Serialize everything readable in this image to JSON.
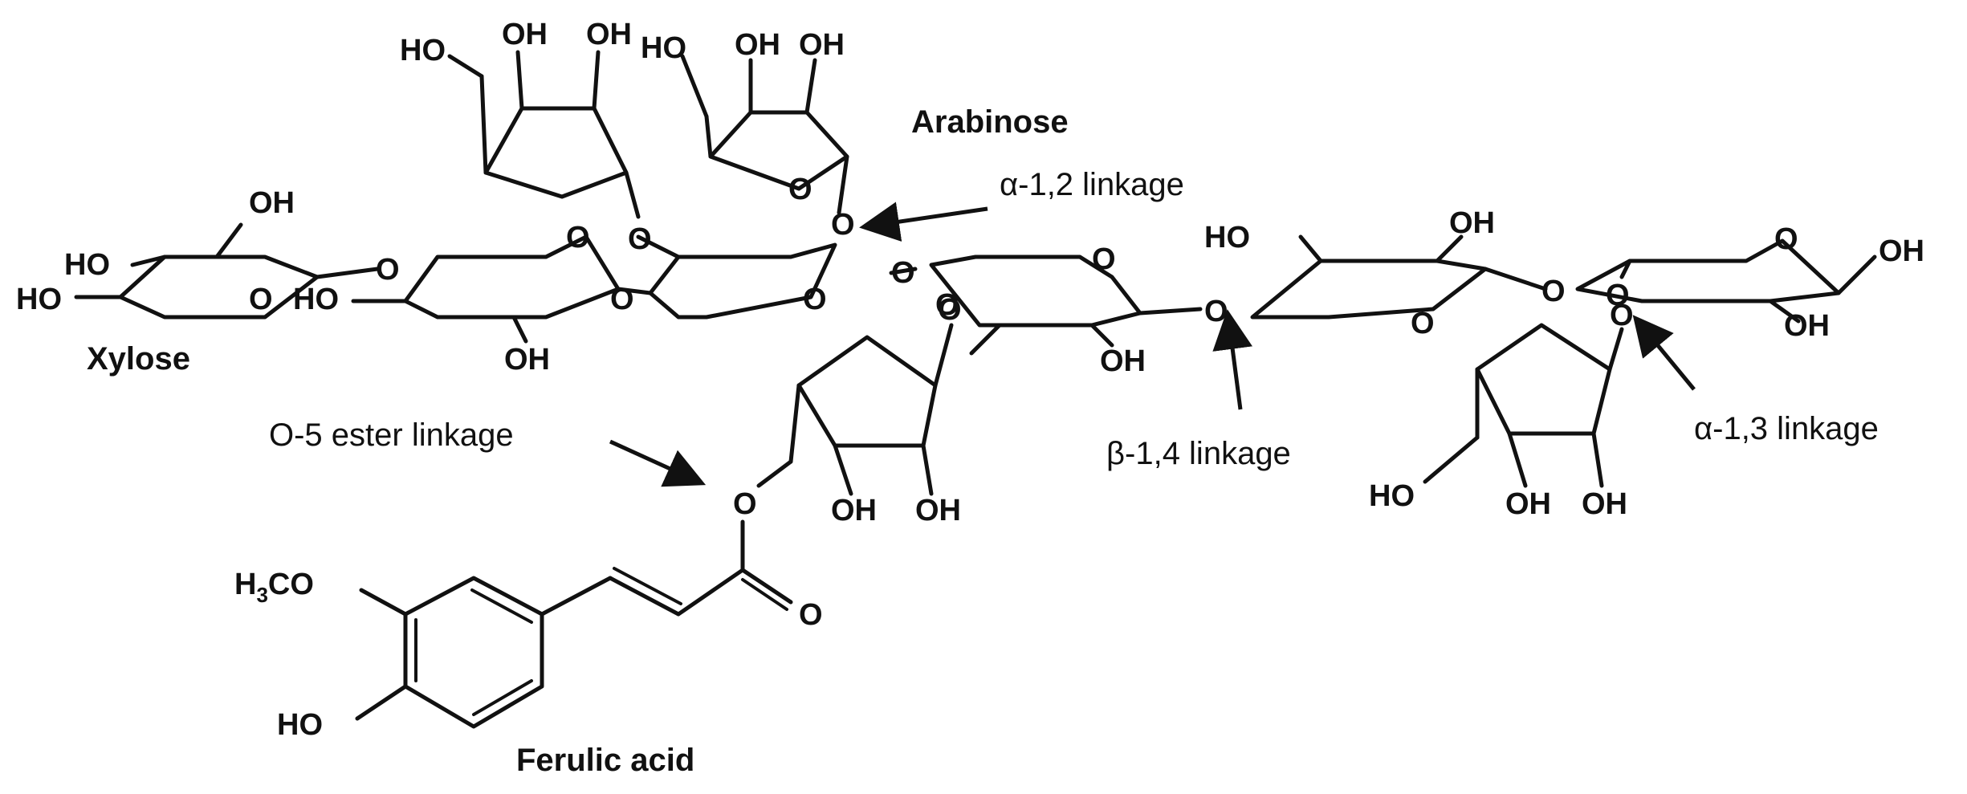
{
  "labels": {
    "arabinose": "Arabinose",
    "xylose": "Xylose",
    "ferulic_acid": "Ferulic acid",
    "alpha12": "α-1,2 linkage",
    "beta14": "β-1,4 linkage",
    "alpha13": "α-1,3 linkage",
    "ester": "O-5 ester linkage"
  },
  "atoms": {
    "O": "O",
    "OH": "OH",
    "HO": "HO",
    "H3CO_H": "H",
    "H3CO_3": "3",
    "H3CO_CO": "CO"
  }
}
